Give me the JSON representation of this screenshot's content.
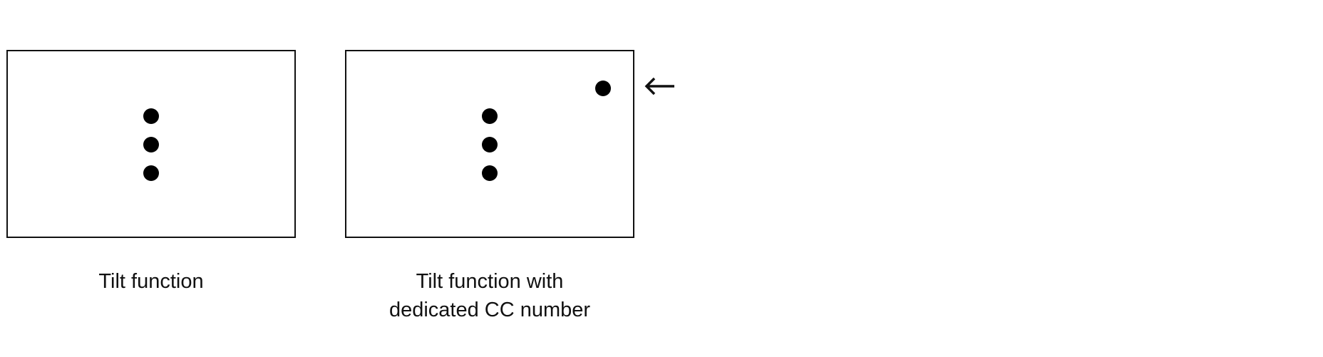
{
  "diagram": {
    "panels": [
      {
        "id": "tilt-function",
        "caption_lines": [
          "Tilt function"
        ],
        "vertical_dots": 3,
        "has_extra_dot": false
      },
      {
        "id": "tilt-function-dedicated-cc",
        "caption_lines": [
          "Tilt function with",
          "dedicated CC number"
        ],
        "vertical_dots": 3,
        "has_extra_dot": true,
        "extra_dot_pointer": "left-arrow-icon"
      }
    ],
    "colors": {
      "stroke": "#111111",
      "dot": "#000000",
      "background": "#ffffff"
    }
  }
}
